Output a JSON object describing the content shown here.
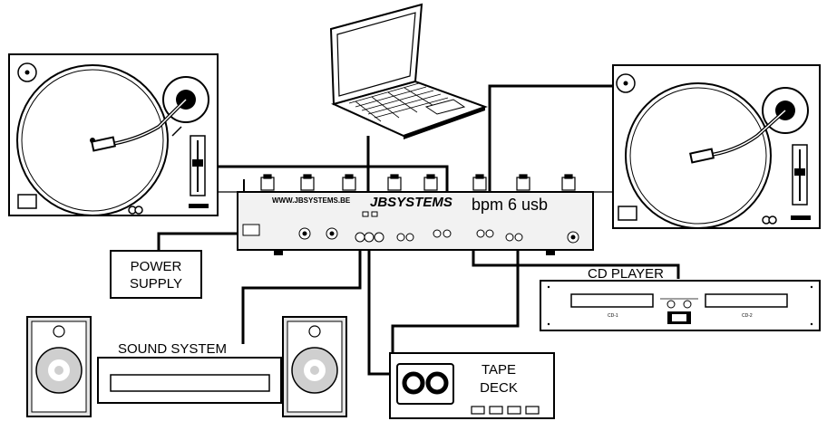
{
  "labels": {
    "power_supply_line1": "POWER",
    "power_supply_line2": "SUPPLY",
    "sound_system": "SOUND SYSTEM",
    "cd_player": "CD PLAYER",
    "tape_deck_line1": "TAPE",
    "tape_deck_line2": "DECK",
    "mixer_url": "WWW.JBSYSTEMS.BE",
    "mixer_brand": "JBSYSTEMS",
    "mixer_model": "bpm 6 usb",
    "cd_slot_left": "CD-1",
    "cd_slot_right": "CD-2"
  },
  "colors": {
    "line": "#000000",
    "background": "#ffffff",
    "speaker_cone": "#cfcfcf",
    "speaker_body": "#e6e6e6",
    "mixer_panel": "#f2f2f2"
  }
}
